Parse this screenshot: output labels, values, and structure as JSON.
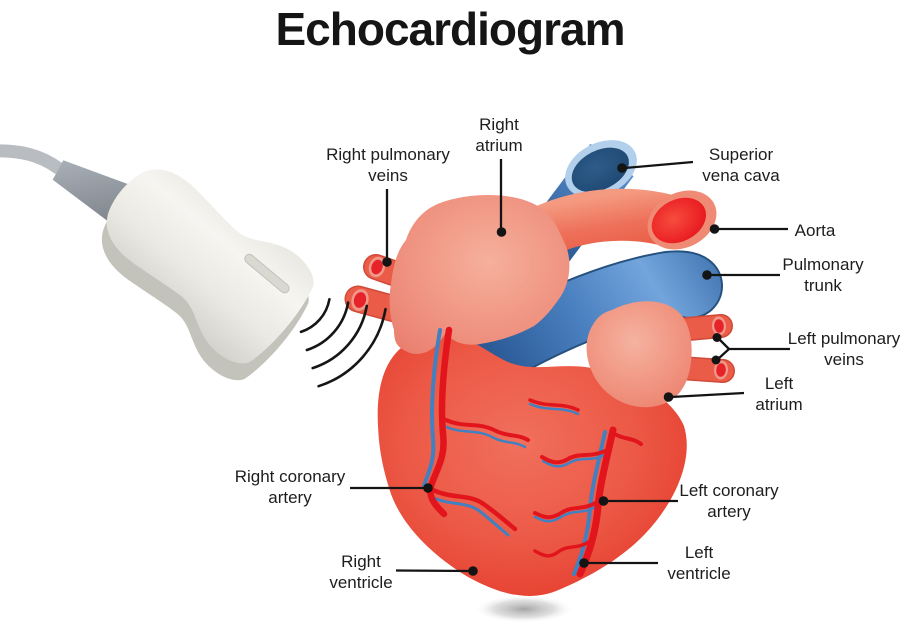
{
  "title": "Echocardiogram",
  "figure": {
    "description": "Labeled illustration of a human heart being scanned by an ultrasound transducer emitting sound waves",
    "parts": [
      "ultrasound-transducer",
      "sound-waves",
      "heart"
    ]
  },
  "colors": {
    "background": "#ffffff",
    "heart_red": "#e8432f",
    "atrium_pink": "#ef8b77",
    "vessel_blue": "#3d74b5",
    "vein_opening_navy": "#1c4570",
    "artery_bright_red": "#e5161d",
    "probe_ivory": "#f0efeb",
    "probe_gray": "#9aa0a8",
    "leader_line": "#141414",
    "label_text": "#1d1d1d"
  },
  "labels": [
    {
      "id": "right-pulmonary-veins",
      "lines": [
        "Right pulmonary",
        "veins"
      ]
    },
    {
      "id": "right-atrium",
      "lines": [
        "Right",
        "atrium"
      ]
    },
    {
      "id": "superior-vena-cava",
      "lines": [
        "Superior",
        "vena cava"
      ]
    },
    {
      "id": "aorta",
      "lines": [
        "Aorta"
      ]
    },
    {
      "id": "pulmonary-trunk",
      "lines": [
        "Pulmonary",
        "trunk"
      ]
    },
    {
      "id": "left-pulmonary-veins",
      "lines": [
        "Left pulmonary",
        "veins"
      ]
    },
    {
      "id": "left-atrium",
      "lines": [
        "Left",
        "atrium"
      ]
    },
    {
      "id": "right-coronary-artery",
      "lines": [
        "Right coronary",
        "artery"
      ]
    },
    {
      "id": "left-coronary-artery",
      "lines": [
        "Left coronary",
        "artery"
      ]
    },
    {
      "id": "right-ventricle",
      "lines": [
        "Right",
        "ventricle"
      ]
    },
    {
      "id": "left-ventricle",
      "lines": [
        "Left",
        "ventricle"
      ]
    }
  ]
}
